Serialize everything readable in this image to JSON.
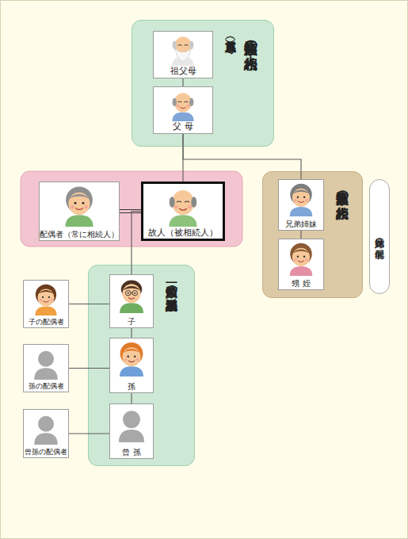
{
  "diagram": {
    "nodes": [
      {
        "text": [
          "第二順位の相続人",
          "（直系尊属）"
        ]
      },
      {
        "text": [
          "祖父母"
        ],
        "in": 0
      },
      {
        "text": [
          "父 母"
        ],
        "in": 0
      },
      {
        "text": [
          "配偶者（常に相続人）"
        ]
      },
      {
        "text": [
          "故人（被相続人）"
        ]
      },
      {
        "text": [
          "第三順位の相続人"
        ]
      },
      {
        "text": [
          "兄弟姉妹"
        ],
        "in": 5
      },
      {
        "text": [
          "甥 姪"
        ],
        "in": 5
      },
      {
        "text": [
          "兄弟姉妹の配偶者"
        ]
      },
      {
        "text": [
          "第一順位の相続人（直系卑属）"
        ]
      },
      {
        "text": [
          "子の配偶者"
        ]
      },
      {
        "text": [
          "子"
        ],
        "in": 9
      },
      {
        "text": [
          "孫の配偶者"
        ]
      },
      {
        "text": [
          "孫"
        ],
        "in": 9
      },
      {
        "text": [
          "曾孫の配偶者"
        ]
      },
      {
        "text": [
          "曾 孫"
        ],
        "in": 9
      }
    ],
    "edges": [
      {
        "from": 1,
        "to": 2,
        "arrow": "none"
      },
      {
        "from": 2,
        "to": 4,
        "arrow": "none"
      },
      {
        "from": 2,
        "to": 6,
        "arrow": "none"
      },
      {
        "from": 3,
        "to": 4,
        "arrow": "none"
      },
      {
        "from": 4,
        "to": 11,
        "arrow": "none"
      },
      {
        "from": 11,
        "to": 13,
        "arrow": "none"
      },
      {
        "from": 13,
        "to": 15,
        "arrow": "none"
      },
      {
        "from": 6,
        "to": 7,
        "arrow": "none"
      },
      {
        "from": 10,
        "to": 11,
        "arrow": "none"
      },
      {
        "from": 12,
        "to": 13,
        "arrow": "none"
      },
      {
        "from": 14,
        "to": 15,
        "arrow": "none"
      }
    ]
  }
}
